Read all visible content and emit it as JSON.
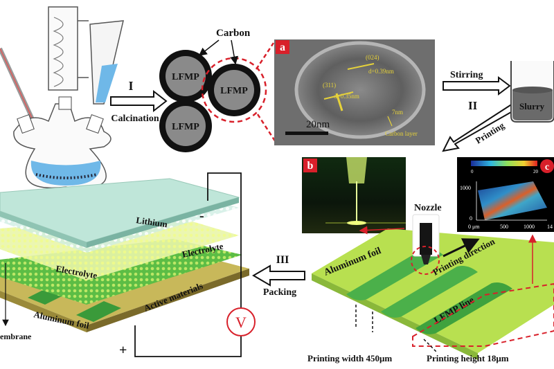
{
  "step1": {
    "roman": "I",
    "arrow_label": "Calcination",
    "carbon_label": "Carbon",
    "particles": [
      "LFMP",
      "LFMP",
      "LFMP"
    ]
  },
  "tem": {
    "panel_letter": "a",
    "scale_bar": "20nm",
    "annot_1": "(024)",
    "annot_2": "d=0.39nm",
    "annot_3": "(311)",
    "annot_4": "d=0.35nm",
    "annot_5": "7nm",
    "carbon_layer": "Carbon layer"
  },
  "step2": {
    "stirring": "Stirring",
    "roman": "II",
    "printing": "Printing",
    "beaker_label": "Slurry"
  },
  "panel_b": {
    "letter": "b"
  },
  "panel_c": {
    "letter": "c",
    "y_tick_top": "1000",
    "y_tick_bottom": "0",
    "x_ticks": [
      "0 μm",
      "500",
      "1000",
      "14"
    ],
    "colorbar_ticks": [
      "0",
      "20"
    ]
  },
  "print_bed": {
    "nozzle": "Nozzle",
    "direction": "Printing direction",
    "foil": "Aluminum foil",
    "line": "LFMP line",
    "width": "Printing width 450μm",
    "height": "Printing height 18μm"
  },
  "step3": {
    "roman": "III",
    "label": "Packing"
  },
  "battery": {
    "lithium": "Lithium",
    "electrolyte_1": "Electrolyte",
    "electrolyte_2": "Electrolyte",
    "active": "Active materials",
    "foil": "Aluminum foil",
    "membrane": "embrane",
    "minus": "-",
    "plus": "+",
    "meter": "V"
  },
  "colors": {
    "solution": "#6fb8e8",
    "dash_red": "#d8202a",
    "foil_green": "#a8d84a",
    "line_green": "#3fae3a",
    "lithium": "#bfe6d9",
    "electrolyte": "#e9f5a8"
  }
}
